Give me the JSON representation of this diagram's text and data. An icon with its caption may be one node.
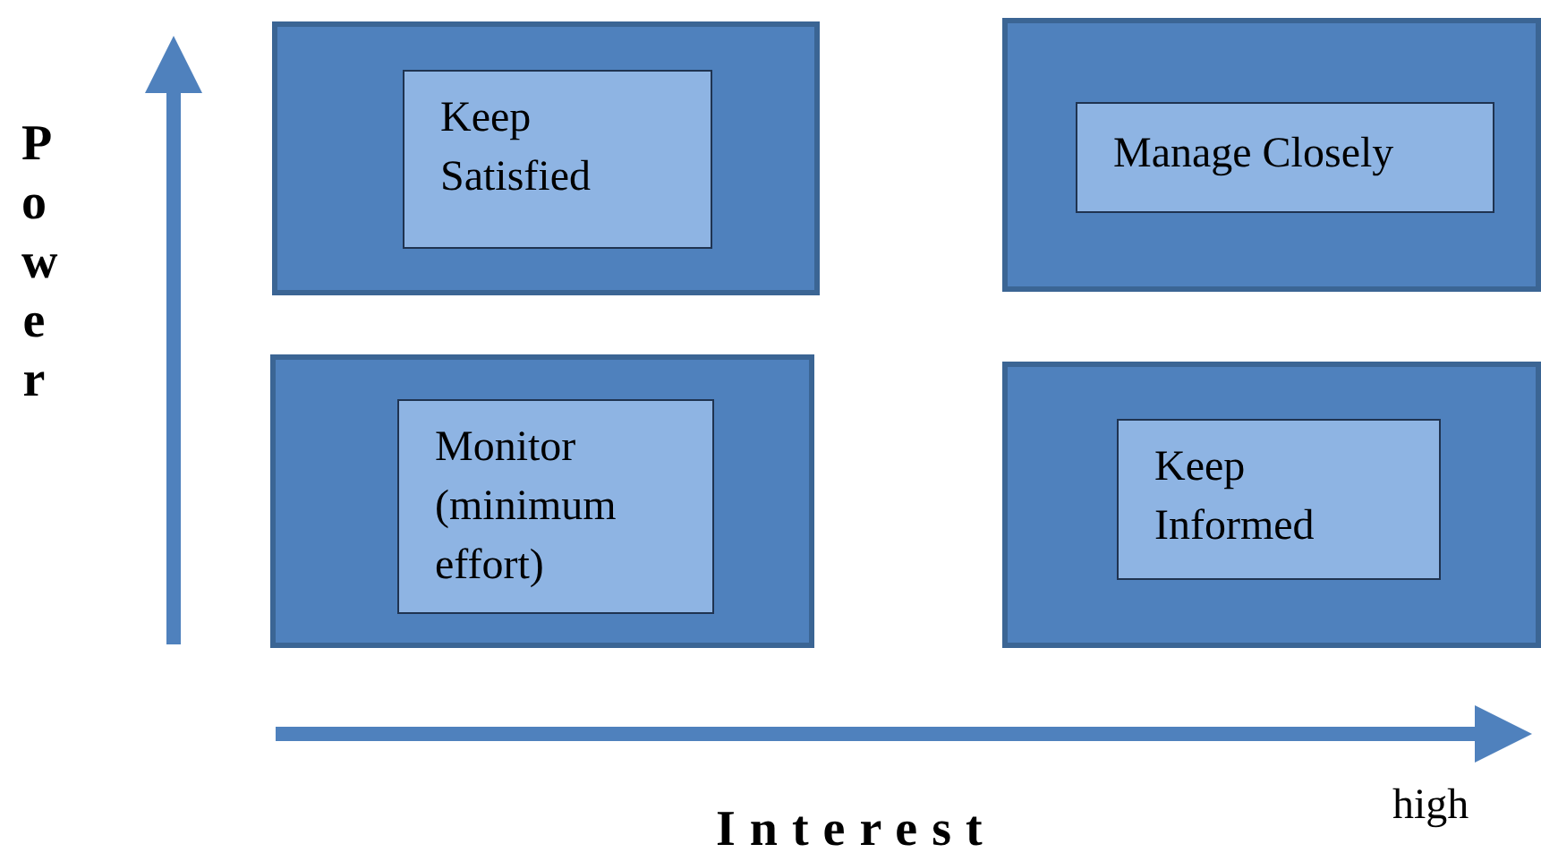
{
  "diagram": {
    "nodes": [
      {
        "text": [],
        "shape": "box"
      },
      {
        "text": [
          "Keep Satisfied"
        ],
        "in": 0
      },
      {
        "text": [],
        "shape": "box"
      },
      {
        "text": [
          "Manage Closely"
        ],
        "in": 2
      },
      {
        "text": [],
        "shape": "box"
      },
      {
        "text": [
          "Monitor (minimum effort)"
        ],
        "in": 4
      },
      {
        "text": [],
        "shape": "box"
      },
      {
        "text": [
          "Keep Informed"
        ],
        "in": 6
      }
    ],
    "edges": [],
    "labels": [
      "Power",
      "Interest",
      "high"
    ]
  }
}
